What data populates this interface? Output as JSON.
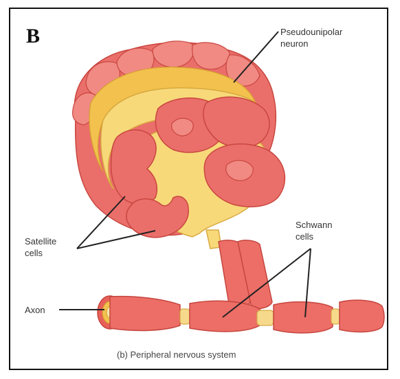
{
  "panel_letter": "B",
  "labels": {
    "pseudounipolar_line1": "Pseudounipolar",
    "pseudounipolar_line2": "neuron",
    "satellite_line1": "Satellite",
    "satellite_line2": "cells",
    "schwann_line1": "Schwann",
    "schwann_line2": "cells",
    "axon": "Axon"
  },
  "caption": "(b) Peripheral nervous system",
  "colors": {
    "cell_red": "#ea6f6a",
    "cell_outline": "#c9463f",
    "neuron_yellow": "#f7d97a",
    "neuron_yellow_deep": "#f2c14e"
  }
}
